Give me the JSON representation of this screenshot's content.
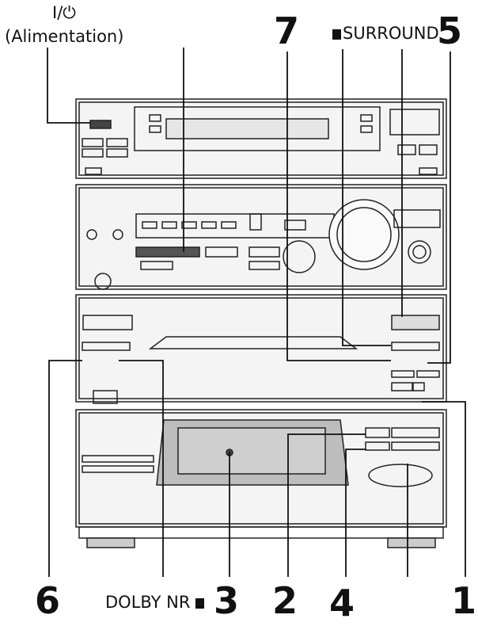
{
  "labels": {
    "power_symbol": "I/⏻",
    "power_name": "(Alimentation)",
    "surround": "SURROUND",
    "dolby": "DOLBY NR",
    "num_7": "7",
    "num_5": "5",
    "num_6": "6",
    "num_3": "3",
    "num_2": "2",
    "num_4": "4",
    "num_1": "1"
  }
}
